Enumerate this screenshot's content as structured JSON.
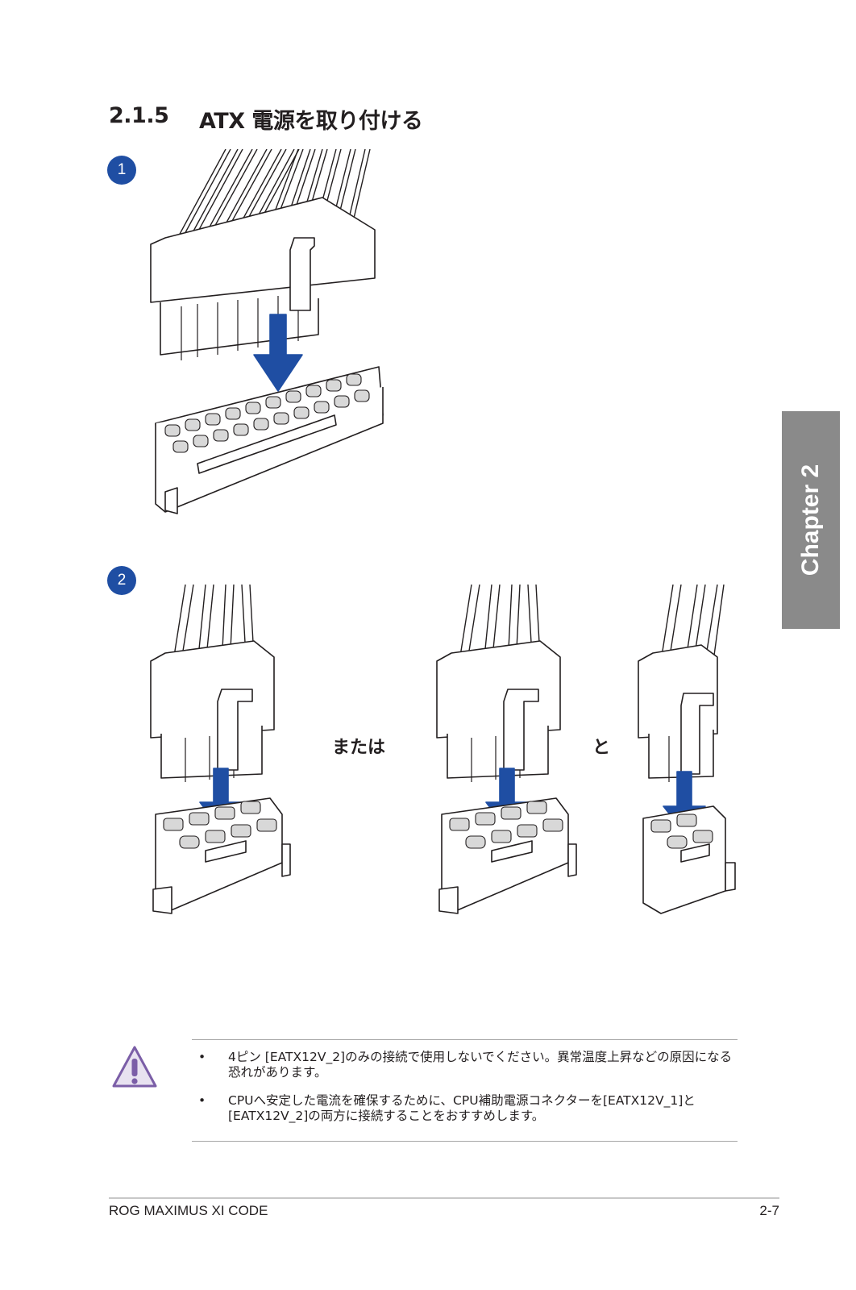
{
  "section": {
    "number": "2.1.5",
    "title": "ATX 電源を取り付ける"
  },
  "steps": [
    {
      "label": "1"
    },
    {
      "label": "2"
    }
  ],
  "conjunctions": {
    "or": "または",
    "and": "と"
  },
  "chapter_tab": {
    "label": "Chapter 2"
  },
  "notes": [
    "4ピン [EATX12V_2]のみの接続で使用しないでください。異常温度上昇などの原因になる恐れがあります。",
    "CPUへ安定した電流を確保するために、CPU補助電源コネクターを[EATX12V_1]と[EATX12V_2]の両方に接続することをおすすめします。"
  ],
  "footer": {
    "product": "ROG MAXIMUS XI CODE",
    "page": "2-7"
  },
  "colors": {
    "arrow": "#1f4ea3",
    "tab": "#8a8a8a",
    "warning": "#7b5ea7"
  },
  "icons": {
    "warning": "warning-triangle-icon"
  }
}
